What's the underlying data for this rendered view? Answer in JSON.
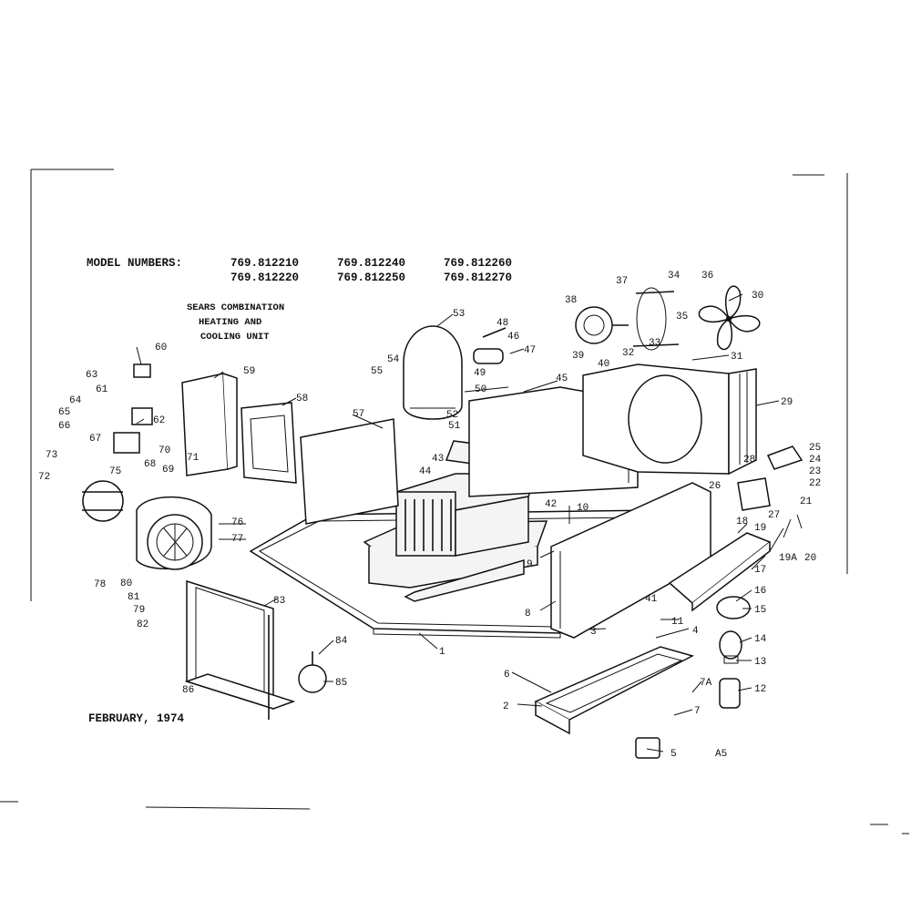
{
  "header": {
    "label": "MODEL NUMBERS:",
    "model_numbers": [
      "769.812210",
      "769.812240",
      "769.812260",
      "769.812220",
      "769.812250",
      "769.812270"
    ],
    "subtitle_lines": [
      "SEARS COMBINATION",
      "HEATING AND",
      "COOLING UNIT"
    ]
  },
  "footer": {
    "date": "FEBRUARY, 1974",
    "code": "A5"
  },
  "callouts": [
    "1",
    "2",
    "3",
    "4",
    "5",
    "6",
    "7",
    "7A",
    "8",
    "9",
    "10",
    "11",
    "12",
    "13",
    "14",
    "15",
    "16",
    "17",
    "18",
    "19",
    "19A",
    "20",
    "21",
    "22",
    "23",
    "24",
    "25",
    "26",
    "27",
    "28",
    "29",
    "30",
    "31",
    "32",
    "33",
    "34",
    "35",
    "36",
    "37",
    "38",
    "39",
    "40",
    "41",
    "42",
    "43",
    "44",
    "45",
    "46",
    "47",
    "48",
    "49",
    "50",
    "51",
    "52",
    "53",
    "54",
    "55",
    "57",
    "58",
    "59",
    "60",
    "61",
    "62",
    "63",
    "64",
    "65",
    "66",
    "67",
    "68",
    "69",
    "70",
    "71",
    "72",
    "73",
    "75",
    "76",
    "77",
    "78",
    "79",
    "80",
    "81",
    "82",
    "83",
    "84",
    "85",
    "86"
  ]
}
